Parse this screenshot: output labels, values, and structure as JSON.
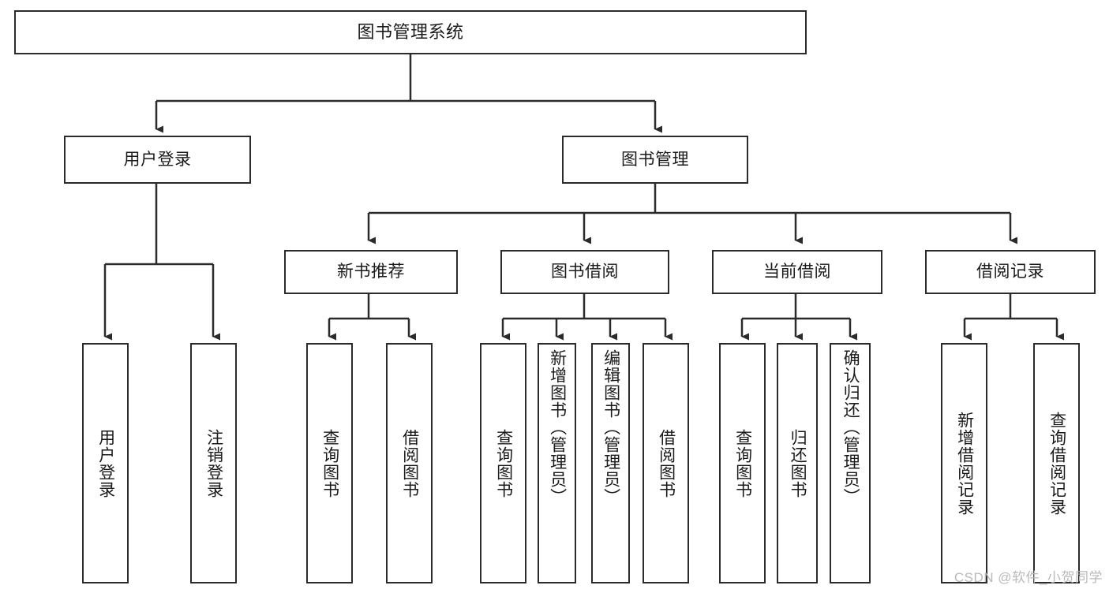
{
  "diagram": {
    "title": "图书管理系统",
    "type": "tree-hierarchy-chart",
    "watermark": "CSDN @软件_小贺同学",
    "colors": {
      "stroke": "#2b2b2b",
      "fill": "#ffffff",
      "text": "#1a1a1a",
      "watermark": "#b9b9b9"
    },
    "levels": {
      "root": "图书管理系统",
      "level2": [
        "用户登录",
        "图书管理"
      ],
      "level3": [
        "新书推荐",
        "图书借阅",
        "当前借阅",
        "借阅记录"
      ]
    }
  },
  "nodes": {
    "root": {
      "label": "图书管理系统"
    },
    "user_login": {
      "label": "用户登录"
    },
    "book_manage": {
      "label": "图书管理"
    },
    "new_book_rec": {
      "label": "新书推荐"
    },
    "book_borrow": {
      "label": "图书借阅"
    },
    "current_borrow": {
      "label": "当前借阅"
    },
    "borrow_record": {
      "label": "借阅记录"
    },
    "leaf_user_login": {
      "label": "用户登录"
    },
    "leaf_logout": {
      "label": "注销登录"
    },
    "leaf_query_book_1": {
      "label": "查询图书"
    },
    "leaf_borrow_book_1": {
      "label": "借阅图书"
    },
    "leaf_query_book_2": {
      "label": "查询图书"
    },
    "leaf_add_book_admin": {
      "label": "新增图书（管理员）"
    },
    "leaf_edit_book_admin": {
      "label": "编辑图书（管理员）"
    },
    "leaf_borrow_book_2": {
      "label": "借阅图书"
    },
    "leaf_query_book_3": {
      "label": "查询图书"
    },
    "leaf_return_book": {
      "label": "归还图书"
    },
    "leaf_confirm_return_admin": {
      "label": "确认归还（管理员）"
    },
    "leaf_add_record": {
      "label": "新增借阅记录"
    },
    "leaf_query_record": {
      "label": "查询借阅记录"
    }
  },
  "edges": [
    {
      "from": "root",
      "to": "user_login"
    },
    {
      "from": "root",
      "to": "book_manage"
    },
    {
      "from": "user_login",
      "to": "leaf_user_login"
    },
    {
      "from": "user_login",
      "to": "leaf_logout"
    },
    {
      "from": "book_manage",
      "to": "new_book_rec"
    },
    {
      "from": "book_manage",
      "to": "book_borrow"
    },
    {
      "from": "book_manage",
      "to": "current_borrow"
    },
    {
      "from": "book_manage",
      "to": "borrow_record"
    },
    {
      "from": "new_book_rec",
      "to": "leaf_query_book_1"
    },
    {
      "from": "new_book_rec",
      "to": "leaf_borrow_book_1"
    },
    {
      "from": "book_borrow",
      "to": "leaf_query_book_2"
    },
    {
      "from": "book_borrow",
      "to": "leaf_add_book_admin"
    },
    {
      "from": "book_borrow",
      "to": "leaf_edit_book_admin"
    },
    {
      "from": "book_borrow",
      "to": "leaf_borrow_book_2"
    },
    {
      "from": "current_borrow",
      "to": "leaf_query_book_3"
    },
    {
      "from": "current_borrow",
      "to": "leaf_return_book"
    },
    {
      "from": "current_borrow",
      "to": "leaf_confirm_return_admin"
    },
    {
      "from": "borrow_record",
      "to": "leaf_add_record"
    },
    {
      "from": "borrow_record",
      "to": "leaf_query_record"
    }
  ]
}
